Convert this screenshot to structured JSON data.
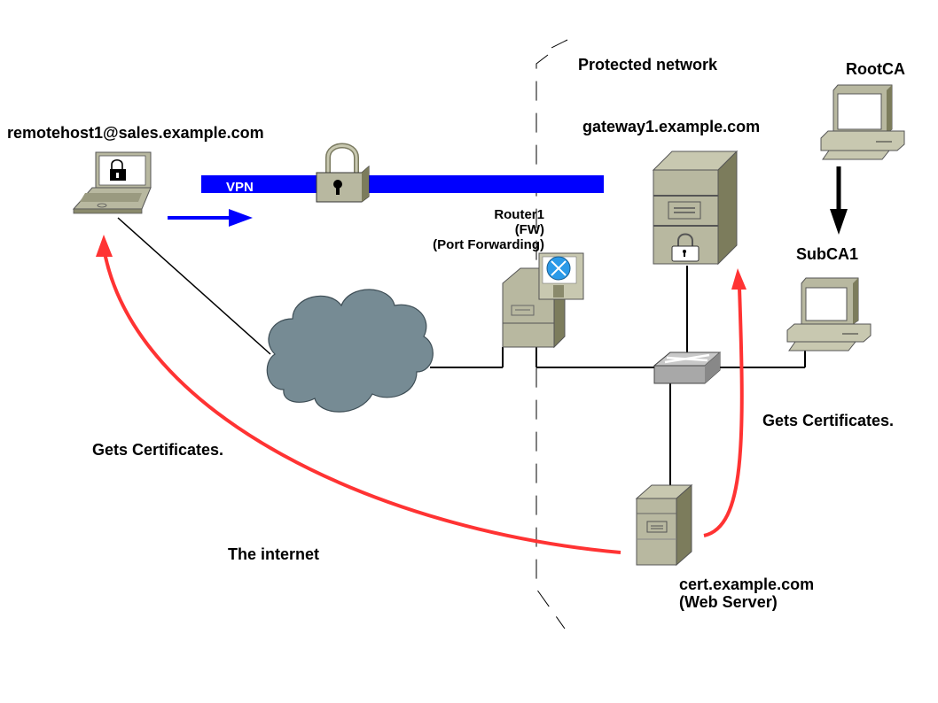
{
  "diagram": {
    "title": "VPN certificate distribution network",
    "zones": {
      "protected_network": "Protected network",
      "internet": "The internet"
    },
    "nodes": {
      "remote_host": {
        "label": "remotehost1@sales.example.com",
        "icon": "laptop-lock-icon"
      },
      "router": {
        "label_lines": [
          "Router1",
          "(FW)",
          "(Port Forwarding)"
        ],
        "icon": "router-firewall-icon"
      },
      "gateway": {
        "label": "gateway1.example.com",
        "icon": "server-lock-icon"
      },
      "root_ca": {
        "label": "RootCA",
        "icon": "workstation-icon"
      },
      "sub_ca": {
        "label": "SubCA1",
        "icon": "workstation-icon"
      },
      "web_server": {
        "label_lines": [
          "cert.example.com",
          "(Web Server)"
        ],
        "icon": "server-icon"
      },
      "switch": {
        "icon": "switch-icon"
      },
      "cloud": {
        "icon": "cloud-icon"
      }
    },
    "vpn": {
      "label": "VPN",
      "icon": "padlock-icon"
    },
    "edges": [
      {
        "from": "remote_host",
        "to": "cloud",
        "type": "link"
      },
      {
        "from": "cloud",
        "to": "router",
        "type": "link"
      },
      {
        "from": "router",
        "to": "switch",
        "type": "link"
      },
      {
        "from": "gateway",
        "to": "switch",
        "type": "link"
      },
      {
        "from": "switch",
        "to": "sub_ca",
        "type": "link"
      },
      {
        "from": "switch",
        "to": "web_server",
        "type": "link"
      },
      {
        "from": "root_ca",
        "to": "sub_ca",
        "type": "arrow"
      },
      {
        "from": "web_server",
        "to": "remote_host",
        "type": "certificate-flow",
        "label": "Gets Certificates."
      },
      {
        "from": "web_server",
        "to": "gateway",
        "type": "certificate-flow",
        "label": "Gets Certificates."
      }
    ],
    "flows": {
      "to_remote": "Gets Certificates.",
      "to_gateway": "Gets Certificates."
    },
    "colors": {
      "vpn_tunnel": "#0000ff",
      "cert_flow": "#ff3333",
      "device_body": "#b8b8a0",
      "device_side": "#7c7c5c",
      "cloud": "#768b94",
      "switch": "#a8a8a8",
      "router_badge": "#2b9ae8"
    }
  }
}
